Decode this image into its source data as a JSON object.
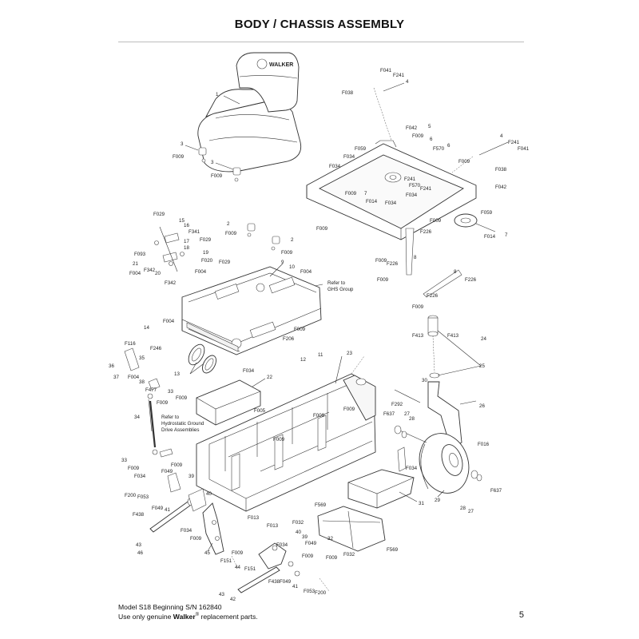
{
  "header": {
    "title": "BODY / CHASSIS ASSEMBLY"
  },
  "seat_logo": "WALKER",
  "callouts": {
    "c1": "1",
    "c2a": "2",
    "c2b": "2",
    "c3a": "3",
    "c3b": "3",
    "c4a": "4",
    "c4b": "4",
    "c5": "5",
    "c6a": "6",
    "c6b": "6",
    "c7a": "7",
    "c7b": "7",
    "c8a": "8",
    "c8b": "8",
    "c9": "9",
    "c10": "10",
    "c11": "11",
    "c12": "12",
    "c13": "13",
    "c14": "14",
    "c15": "15",
    "c16": "16",
    "c17": "17",
    "c18": "18",
    "c19": "19",
    "c20": "20",
    "c21": "21",
    "c22": "22",
    "c23": "23",
    "c24": "24",
    "c25": "25",
    "c26": "26",
    "c27a": "27",
    "c27b": "27",
    "c28a": "28",
    "c28b": "28",
    "c29": "29",
    "c30": "30",
    "c31": "31",
    "c32": "32",
    "c33a": "33",
    "c33b": "33",
    "c34": "34",
    "c35": "35",
    "c36": "36",
    "c37": "37",
    "c38": "38",
    "c39a": "39",
    "c39b": "39",
    "c40a": "40",
    "c40b": "40",
    "c41a": "41",
    "c41b": "41",
    "c42": "42",
    "c43a": "43",
    "c43b": "43",
    "c44": "44",
    "c45": "45",
    "c46": "46",
    "F009_1": "F009",
    "F009_2": "F009",
    "F009_3": "F009",
    "F009_4": "F009",
    "F009_5": "F009",
    "F009_6": "F009",
    "F009_7": "F009",
    "F009_8": "F009",
    "F009_9": "F009",
    "F009_10": "F009",
    "F009_11": "F009",
    "F009_12": "F009",
    "F009_13": "F009",
    "F009_14": "F009",
    "F009_15": "F009",
    "F009_16": "F009",
    "F009_17": "F009",
    "F009_18": "F009",
    "F009_19": "F009",
    "F009_20": "F009",
    "F013_1": "F013",
    "F013_2": "F013",
    "F014_1": "F014",
    "F014_2": "F014",
    "F016": "F016",
    "F020": "F020",
    "F029_1": "F029",
    "F029_2": "F029",
    "F029_3": "F029",
    "F032_1": "F032",
    "F032_2": "F032",
    "F034_1": "F034",
    "F034_2": "F034",
    "F034_3": "F034",
    "F034_4": "F034",
    "F034_5": "F034",
    "F034_6": "F034",
    "F034_7": "F034",
    "F034_8": "F034",
    "F034_9": "F034",
    "F038_1": "F038",
    "F038_2": "F038",
    "F041_1": "F041",
    "F041_2": "F041",
    "F042_1": "F042",
    "F042_2": "F042",
    "F049_1": "F049",
    "F049_2": "F049",
    "F049_3": "F049",
    "F049_4": "F049",
    "F053_1": "F053",
    "F053_2": "F053",
    "F059_1": "F059",
    "F059_2": "F059",
    "F093": "F093",
    "F004_1": "F004",
    "F004_2": "F004",
    "F004_3": "F004",
    "F004_4": "F004",
    "F004_5": "F004",
    "F116": "F116",
    "F151_1": "F151",
    "F151_2": "F151",
    "F200_1": "F200",
    "F200_2": "F200",
    "F206": "F206",
    "F226_1": "F226",
    "F226_2": "F226",
    "F226_3": "F226",
    "F226_4": "F226",
    "F241_1": "F241",
    "F241_2": "F241",
    "F241_3": "F241",
    "F241_4": "F241",
    "F246": "F246",
    "F292": "F292",
    "F341": "F341",
    "F342_1": "F342",
    "F342_2": "F342",
    "F413_1": "F413",
    "F413_2": "F413",
    "F438_1": "F438",
    "F438_2": "F438",
    "F477": "F477",
    "F569_1": "F569",
    "F569_2": "F569",
    "F570_1": "F570",
    "F570_2": "F570",
    "F637_1": "F637",
    "F637_2": "F637",
    "F005": "F005"
  },
  "notes": {
    "ghs": [
      "Refer to",
      "GHS Group"
    ],
    "hydro": [
      "Refer to",
      "Hydrostatic Ground",
      "Drive Assemblies"
    ]
  },
  "footer": {
    "model_line": "Model S18 Beginning S/N 162840",
    "genuine_prefix": "Use only genuine ",
    "brand": "Walker",
    "reg": "®",
    "genuine_suffix": " replacement parts.",
    "page_number": "5"
  }
}
